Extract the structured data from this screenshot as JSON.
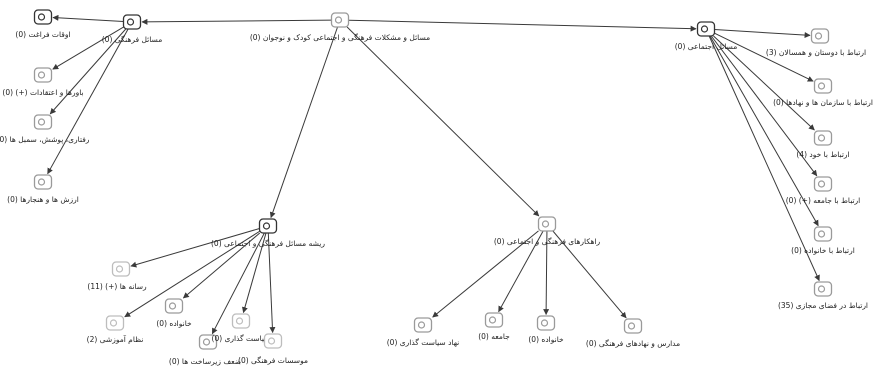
{
  "colors": {
    "dark": "#333333",
    "light": "#9a9a9a",
    "faint": "#bdbdbd",
    "edge": "#3a3a3a"
  },
  "nodes": [
    {
      "id": "root",
      "label": "مسائل و مشکلات فرهنگی و اجتماعی کودک و نوجوان (0)",
      "tone": "light",
      "icon": "node-icon"
    },
    {
      "id": "social",
      "label": "مسائل اجتماعی (0)",
      "tone": "dark",
      "icon": "node-icon"
    },
    {
      "id": "cultural",
      "label": "مسائل فرهنگی (0)",
      "tone": "dark",
      "icon": "node-icon"
    },
    {
      "id": "leisure",
      "label": "اوقات فراغت (0)",
      "tone": "dark",
      "icon": "node-icon"
    },
    {
      "id": "beliefs",
      "label": "باورها و اعتقادات (+) (0)",
      "tone": "light",
      "icon": "node-icon"
    },
    {
      "id": "behavior",
      "label": "رفتاری، پوشش، سمبل ها (0)",
      "tone": "light",
      "icon": "node-icon"
    },
    {
      "id": "values",
      "label": "ارزش ها و هنجارها (0)",
      "tone": "light",
      "icon": "node-icon"
    },
    {
      "id": "peers",
      "label": "ارتباط با دوستان و همسالان (3)",
      "tone": "light",
      "icon": "node-icon"
    },
    {
      "id": "institutions",
      "label": "ارتباط با سازمان ها و نهادها (0)",
      "tone": "light",
      "icon": "node-icon"
    },
    {
      "id": "self",
      "label": "ارتباط با خود (4)",
      "tone": "light",
      "icon": "node-icon"
    },
    {
      "id": "society",
      "label": "ارتباط با جامعه (+) (0)",
      "tone": "light",
      "icon": "node-icon"
    },
    {
      "id": "family_rel",
      "label": "ارتباط با خانواده (0)",
      "tone": "light",
      "icon": "node-icon"
    },
    {
      "id": "virtual",
      "label": "ارتباط در فضای مجازی (35)",
      "tone": "light",
      "icon": "node-icon"
    },
    {
      "id": "roots",
      "label": "ریشه مسائل فرهنگی و اجتماعی (0)",
      "tone": "dark",
      "icon": "node-icon"
    },
    {
      "id": "media",
      "label": "رسانه ها (+) (11)",
      "tone": "faint",
      "icon": "node-icon"
    },
    {
      "id": "education",
      "label": "نظام آموزشی (2)",
      "tone": "faint",
      "icon": "node-icon"
    },
    {
      "id": "family_root",
      "label": "خانواده (0)",
      "tone": "light",
      "icon": "node-icon"
    },
    {
      "id": "infra",
      "label": "ضعف زیرساخت ها (0)",
      "tone": "light",
      "icon": "node-icon"
    },
    {
      "id": "policy",
      "label": "سیاست گذاری (0)",
      "tone": "faint",
      "icon": "node-icon"
    },
    {
      "id": "cult_inst",
      "label": "موسسات فرهنگی (0)",
      "tone": "faint",
      "icon": "node-icon"
    },
    {
      "id": "solutions",
      "label": "راهکارهای فرهنگی و اجتماعی (0)",
      "tone": "light",
      "icon": "node-icon"
    },
    {
      "id": "policy_body",
      "label": "نهاد سیاست گذاری (0)",
      "tone": "light",
      "icon": "node-icon"
    },
    {
      "id": "community",
      "label": "جامعه (0)",
      "tone": "light",
      "icon": "node-icon"
    },
    {
      "id": "family_sol",
      "label": "خانواده (0)",
      "tone": "light",
      "icon": "node-icon"
    },
    {
      "id": "schools",
      "label": "مدارس و نهادهای فرهنگی (0)",
      "tone": "light",
      "icon": "node-icon"
    }
  ],
  "edges": [
    [
      "root",
      "social"
    ],
    [
      "root",
      "cultural"
    ],
    [
      "root",
      "roots"
    ],
    [
      "root",
      "solutions"
    ],
    [
      "cultural",
      "leisure"
    ],
    [
      "cultural",
      "beliefs"
    ],
    [
      "cultural",
      "behavior"
    ],
    [
      "cultural",
      "values"
    ],
    [
      "social",
      "peers"
    ],
    [
      "social",
      "institutions"
    ],
    [
      "social",
      "self"
    ],
    [
      "social",
      "society"
    ],
    [
      "social",
      "family_rel"
    ],
    [
      "social",
      "virtual"
    ],
    [
      "roots",
      "media"
    ],
    [
      "roots",
      "education"
    ],
    [
      "roots",
      "family_root"
    ],
    [
      "roots",
      "infra"
    ],
    [
      "roots",
      "policy"
    ],
    [
      "roots",
      "cult_inst"
    ],
    [
      "solutions",
      "policy_body"
    ],
    [
      "solutions",
      "community"
    ],
    [
      "solutions",
      "family_sol"
    ],
    [
      "solutions",
      "schools"
    ]
  ]
}
